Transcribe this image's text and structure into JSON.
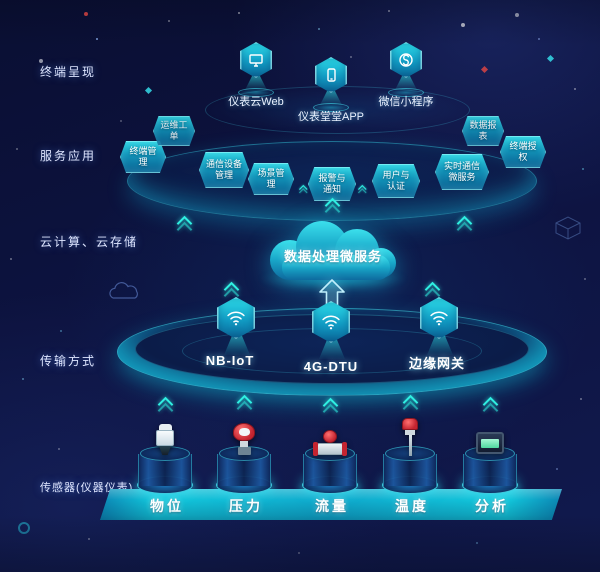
{
  "colors": {
    "background": "#0d1340",
    "accent": "#1fe3dc",
    "device_red": "#c42430"
  },
  "layer_labels": {
    "terminal": "终端呈现",
    "services": "服务应用",
    "cloud": "云计算、云存储",
    "transport": "传输方式",
    "sensors": "传感器(仪器仪表)"
  },
  "terminal_layer": {
    "items": [
      {
        "label": "仪表云Web",
        "icon": "monitor-icon"
      },
      {
        "label": "仪表堂堂APP",
        "icon": "smartphone-icon"
      },
      {
        "label": "微信小程序",
        "icon": "wechat-miniprogram-icon"
      }
    ]
  },
  "service_layer": {
    "badges": [
      {
        "label": "终端管理"
      },
      {
        "label": "运维工单"
      },
      {
        "label": "通信设备管理"
      },
      {
        "label": "场景管理"
      },
      {
        "label": "报警与通知"
      },
      {
        "label": "用户与认证"
      },
      {
        "label": "实时通信微服务"
      },
      {
        "label": "数据报表"
      },
      {
        "label": "终端授权"
      }
    ]
  },
  "cloud_layer": {
    "title": "数据处理微服务"
  },
  "transport_layer": {
    "items": [
      {
        "label": "NB-IoT",
        "icon": "wifi-icon"
      },
      {
        "label": "4G-DTU",
        "icon": "wifi-icon"
      },
      {
        "label": "边缘网关",
        "icon": "wifi-icon"
      }
    ]
  },
  "sensor_layer": {
    "items": [
      {
        "label": "物位",
        "icon": "level-sensor-image"
      },
      {
        "label": "压力",
        "icon": "pressure-transmitter-image"
      },
      {
        "label": "流量",
        "icon": "flow-meter-image"
      },
      {
        "label": "温度",
        "icon": "temperature-sensor-image"
      },
      {
        "label": "分析",
        "icon": "analyzer-meter-image"
      }
    ]
  }
}
